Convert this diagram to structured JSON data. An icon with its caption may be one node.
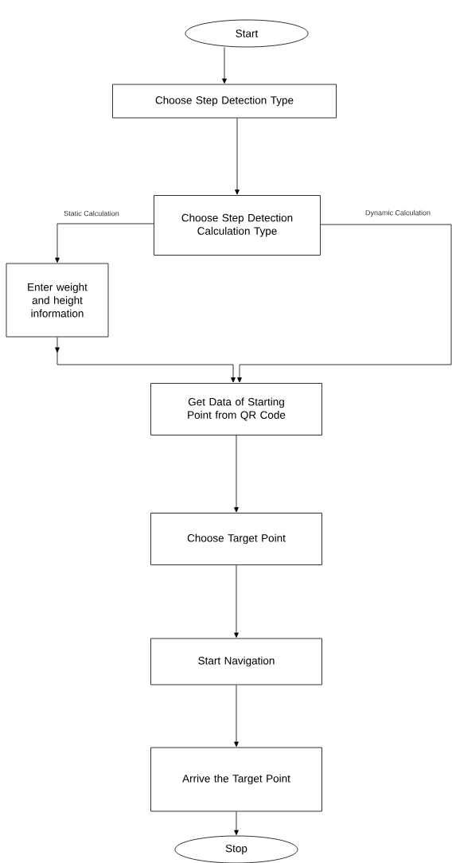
{
  "diagram": {
    "nodes": [
      {
        "text": [
          "Start"
        ]
      },
      {
        "text": [
          "Choose Step Detection Type"
        ]
      },
      {
        "text": [
          "Choose Step Detection Calculation Type"
        ]
      },
      {
        "text": [
          "Enter weight and height information"
        ]
      },
      {
        "text": [
          "Get Data of Starting Point from QR Code"
        ]
      },
      {
        "text": [
          "Choose Target Point"
        ]
      },
      {
        "text": [
          "Start Navigation"
        ]
      },
      {
        "text": [
          "Arrive the Target Point"
        ]
      },
      {
        "text": [
          "Stop"
        ]
      }
    ],
    "edges": [
      {
        "from": 0,
        "to": 1,
        "arrow": "to"
      },
      {
        "from": 1,
        "to": 2,
        "arrow": "to"
      },
      {
        "from": 2,
        "to": 3,
        "arrow": "to",
        "label": "Static Calculation"
      },
      {
        "from": 3,
        "to": 4,
        "arrow": "to"
      },
      {
        "from": 2,
        "to": 4,
        "arrow": "to",
        "label": "Dynamic Calculation"
      },
      {
        "from": 4,
        "to": 5,
        "arrow": "to"
      },
      {
        "from": 5,
        "to": 6,
        "arrow": "to"
      },
      {
        "from": 6,
        "to": 7,
        "arrow": "to"
      },
      {
        "from": 7,
        "to": 8,
        "arrow": "to"
      }
    ]
  }
}
